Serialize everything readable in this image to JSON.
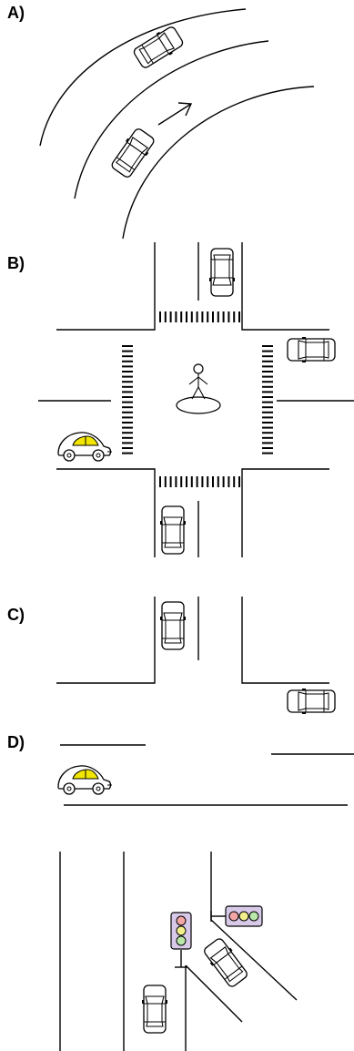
{
  "panels": [
    {
      "id": "A",
      "label": "A)"
    },
    {
      "id": "B",
      "label": "B)"
    },
    {
      "id": "C",
      "label": "C)"
    },
    {
      "id": "D",
      "label": "D)"
    }
  ],
  "icons": {
    "car": "car-icon",
    "beetle_car": "beetle-car-icon",
    "pedestrian": "pedestrian-icon",
    "traffic_light": "traffic-light-icon",
    "direction_arrow": "arrow-icon"
  },
  "colors": {
    "stroke": "#000000",
    "background": "#ffffff",
    "beetle_window": "#f2e600",
    "light_red": "#f4a6a6",
    "light_yellow": "#f3f08c",
    "light_green": "#b9e8a8",
    "light_body": "#d9c9e8"
  }
}
